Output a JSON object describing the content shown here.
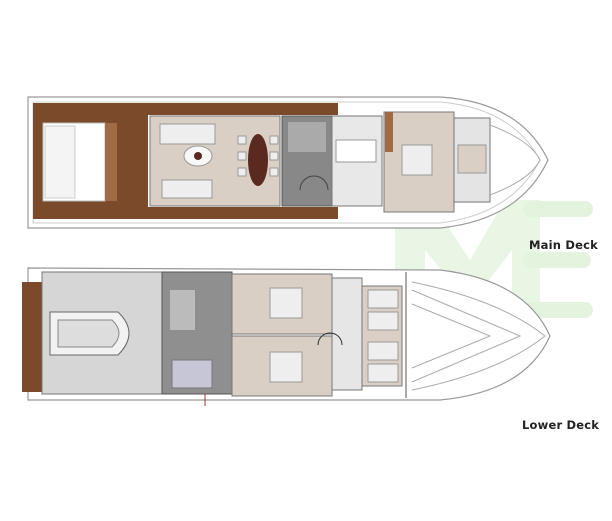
{
  "decks": [
    {
      "name": "Main Deck"
    },
    {
      "name": "Lower Deck"
    }
  ],
  "watermark": "ME",
  "colors": {
    "wood": "#7a4a2a",
    "floor": "#d9cfc4",
    "grey": "#8c8c8c",
    "watermark": "#d8efd0"
  }
}
